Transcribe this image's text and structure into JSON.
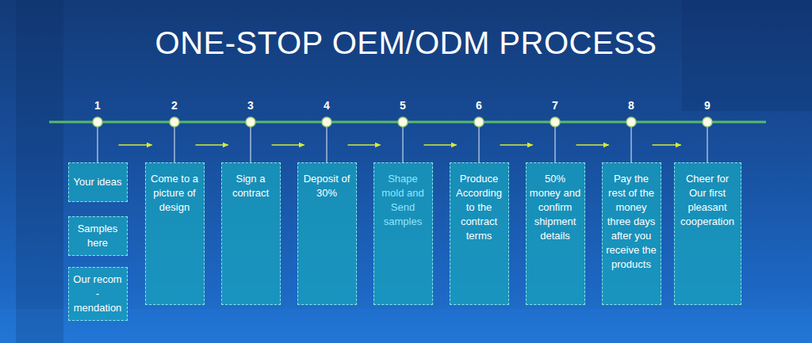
{
  "diagram": {
    "title": "ONE-STOP OEM/ODM PROCESS",
    "nodes": [
      {
        "text": [
          "Your ideas"
        ]
      },
      {
        "text": [
          "Samples here"
        ]
      },
      {
        "text": [
          "Our recom -mendation"
        ]
      },
      {
        "text": [
          "Come to a picture of design"
        ]
      },
      {
        "text": [
          "Sign a contract"
        ]
      },
      {
        "text": [
          "Deposit of 30%"
        ]
      },
      {
        "text": [
          "Shape mold and Send samples"
        ]
      },
      {
        "text": [
          "Produce According to the contract terms"
        ]
      },
      {
        "text": [
          "50% money and confirm shipment details"
        ]
      },
      {
        "text": [
          "Pay the rest of the money three days after you receive the products"
        ]
      },
      {
        "text": [
          "Cheer for Our first pleasant cooperation"
        ]
      }
    ],
    "edges": [
      {
        "from": 0,
        "to": 3,
        "arrow": "to"
      },
      {
        "from": 3,
        "to": 4,
        "arrow": "to"
      },
      {
        "from": 4,
        "to": 5,
        "arrow": "to"
      },
      {
        "from": 5,
        "to": 6,
        "arrow": "to"
      },
      {
        "from": 6,
        "to": 7,
        "arrow": "to"
      },
      {
        "from": 7,
        "to": 8,
        "arrow": "to"
      },
      {
        "from": 8,
        "to": 9,
        "arrow": "to"
      },
      {
        "from": 9,
        "to": 10,
        "arrow": "to"
      }
    ],
    "labels": [
      "1",
      "2",
      "3",
      "4",
      "5",
      "6",
      "7",
      "8",
      "9"
    ]
  }
}
